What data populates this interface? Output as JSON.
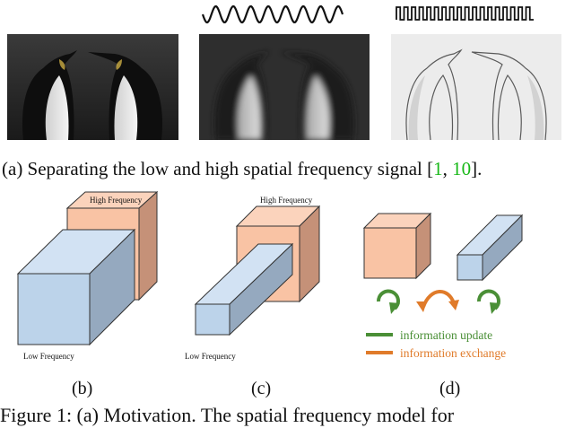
{
  "panel_a": {
    "caption_prefix": "(a) Separating the low and high spatial frequency signal [",
    "cite_1": "1",
    "cite_sep": ", ",
    "cite_2": "10",
    "caption_suffix": "]."
  },
  "panel_b": {
    "high_label": "High Frequency",
    "low_label": "Low Frequency",
    "sublabel": "(b)"
  },
  "panel_c": {
    "high_label": "High Frequency",
    "low_label": "Low Frequency",
    "sublabel": "(c)"
  },
  "panel_d": {
    "legend_update": "information update",
    "legend_exchange": "information exchange",
    "sublabel": "(d)"
  },
  "figure_caption": "Figure 1: (a) Motivation. The spatial frequency model for",
  "colors": {
    "high_front": "#f9c3a4",
    "high_side": "#c59178",
    "high_top": "#fbd3bc",
    "low_front": "#bcd3ea",
    "low_side": "#95a9bf",
    "low_top": "#d2e2f3",
    "update": "#4a8f36",
    "exchange": "#e07b2a",
    "cite": "#18b818"
  }
}
